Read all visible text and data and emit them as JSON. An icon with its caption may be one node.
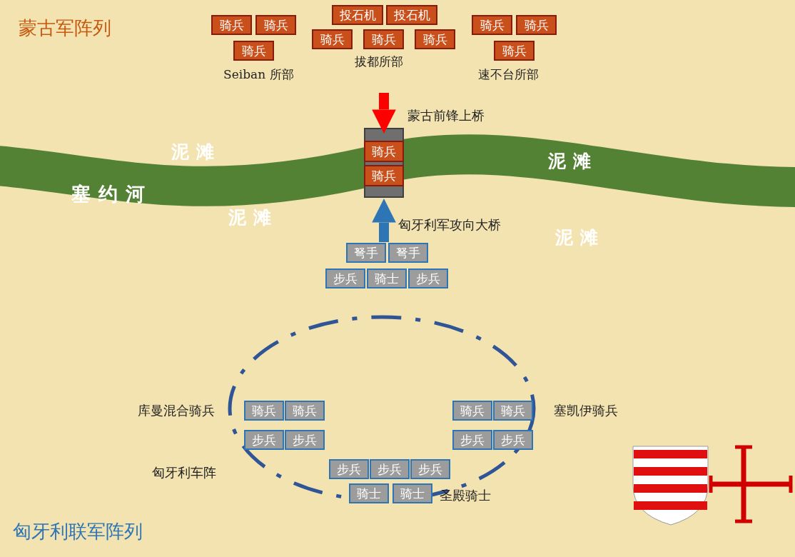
{
  "diagram": {
    "nodes": [
      {
        "text": [
          "骑兵"
        ]
      },
      {
        "text": [
          "骑兵"
        ]
      },
      {
        "text": [
          "骑兵"
        ]
      },
      {
        "text": [
          "投石机"
        ]
      },
      {
        "text": [
          "投石机"
        ]
      },
      {
        "text": [
          "骑兵"
        ]
      },
      {
        "text": [
          "骑兵"
        ]
      },
      {
        "text": [
          "骑兵"
        ]
      },
      {
        "text": [
          "骑兵"
        ]
      },
      {
        "text": [
          "骑兵"
        ]
      },
      {
        "text": [
          "骑兵"
        ]
      },
      {
        "text": [],
        "shape": "box"
      },
      {
        "text": [
          "骑兵"
        ],
        "in": 11
      },
      {
        "text": [
          "骑兵"
        ],
        "in": 11
      },
      {
        "text": [
          "弩手"
        ]
      },
      {
        "text": [
          "弩手"
        ]
      },
      {
        "text": [
          "步兵"
        ]
      },
      {
        "text": [
          "骑士"
        ]
      },
      {
        "text": [
          "步兵"
        ]
      },
      {
        "text": [
          "骑兵"
        ]
      },
      {
        "text": [
          "骑兵"
        ]
      },
      {
        "text": [
          "步兵"
        ]
      },
      {
        "text": [
          "步兵"
        ]
      },
      {
        "text": [
          "骑兵"
        ]
      },
      {
        "text": [
          "骑兵"
        ]
      },
      {
        "text": [
          "步兵"
        ]
      },
      {
        "text": [
          "步兵"
        ]
      },
      {
        "text": [
          "步兵"
        ]
      },
      {
        "text": [
          "步兵"
        ]
      },
      {
        "text": [
          "步兵"
        ]
      },
      {
        "text": [
          "骑士"
        ]
      },
      {
        "text": [
          "骑士"
        ]
      }
    ],
    "edges": [
      {
        "from": null,
        "to": 11,
        "arrow": "to",
        "label": "蒙古前锋上桥",
        "color": "#ff0000"
      },
      {
        "from": 14,
        "to": 11,
        "arrow": "to",
        "label": "匈牙利军攻向大桥",
        "color": "#2e75b6"
      }
    ],
    "labels": [
      "蒙古军阵列",
      "Seiban 所部",
      "拔都所部",
      "速不台所部",
      "泥滩",
      "泥滩",
      "塞约河",
      "泥滩",
      "泥滩",
      "库曼混合骑兵",
      "塞凯伊骑兵",
      "匈牙利车阵",
      "圣殿骑士",
      "匈牙利联军阵列"
    ]
  }
}
